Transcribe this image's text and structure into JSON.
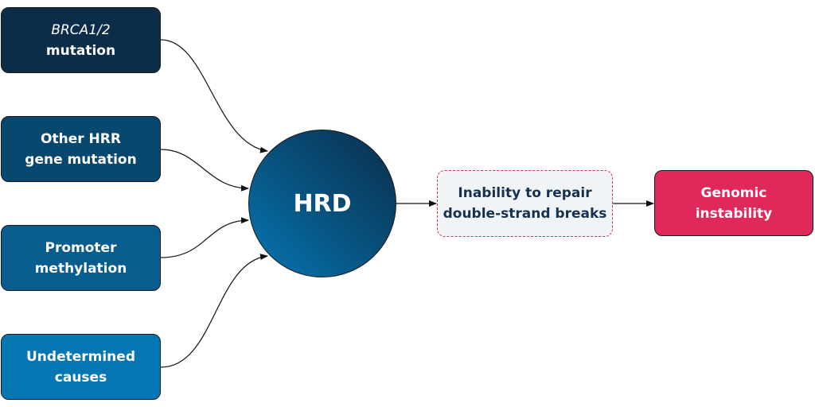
{
  "causes": [
    {
      "line1": "BRCA1/2",
      "line2": "mutation",
      "color": "#0b2d4a"
    },
    {
      "line1": "Other HRR",
      "line2": "gene mutation",
      "color": "#08476e"
    },
    {
      "line1": "Promoter",
      "line2": "methylation",
      "color": "#075d8e"
    },
    {
      "line1": "Undetermined",
      "line2": "causes",
      "color": "#0677b3"
    }
  ],
  "center": {
    "label": "HRD"
  },
  "effects": [
    {
      "line1": "Inability to repair",
      "line2": "double-strand breaks"
    },
    {
      "line1": "Genomic",
      "line2": "instability",
      "color": "#e0295a"
    }
  ]
}
